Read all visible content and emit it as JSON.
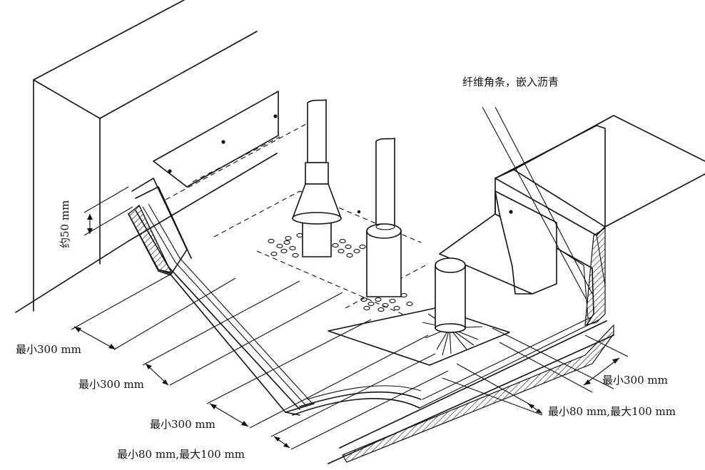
{
  "annotations": {
    "fiber_strip": "纤维角条，嵌入沥青",
    "approx_50": "约50  mm",
    "min300_a": "最小300  mm",
    "min300_b": "最小300  mm",
    "min300_c": "最小300  mm",
    "min80_left": "最小80  mm,最大100  mm",
    "min300_right": "最小300  mm",
    "min80_right": "最小80  mm,最大100  mm"
  }
}
